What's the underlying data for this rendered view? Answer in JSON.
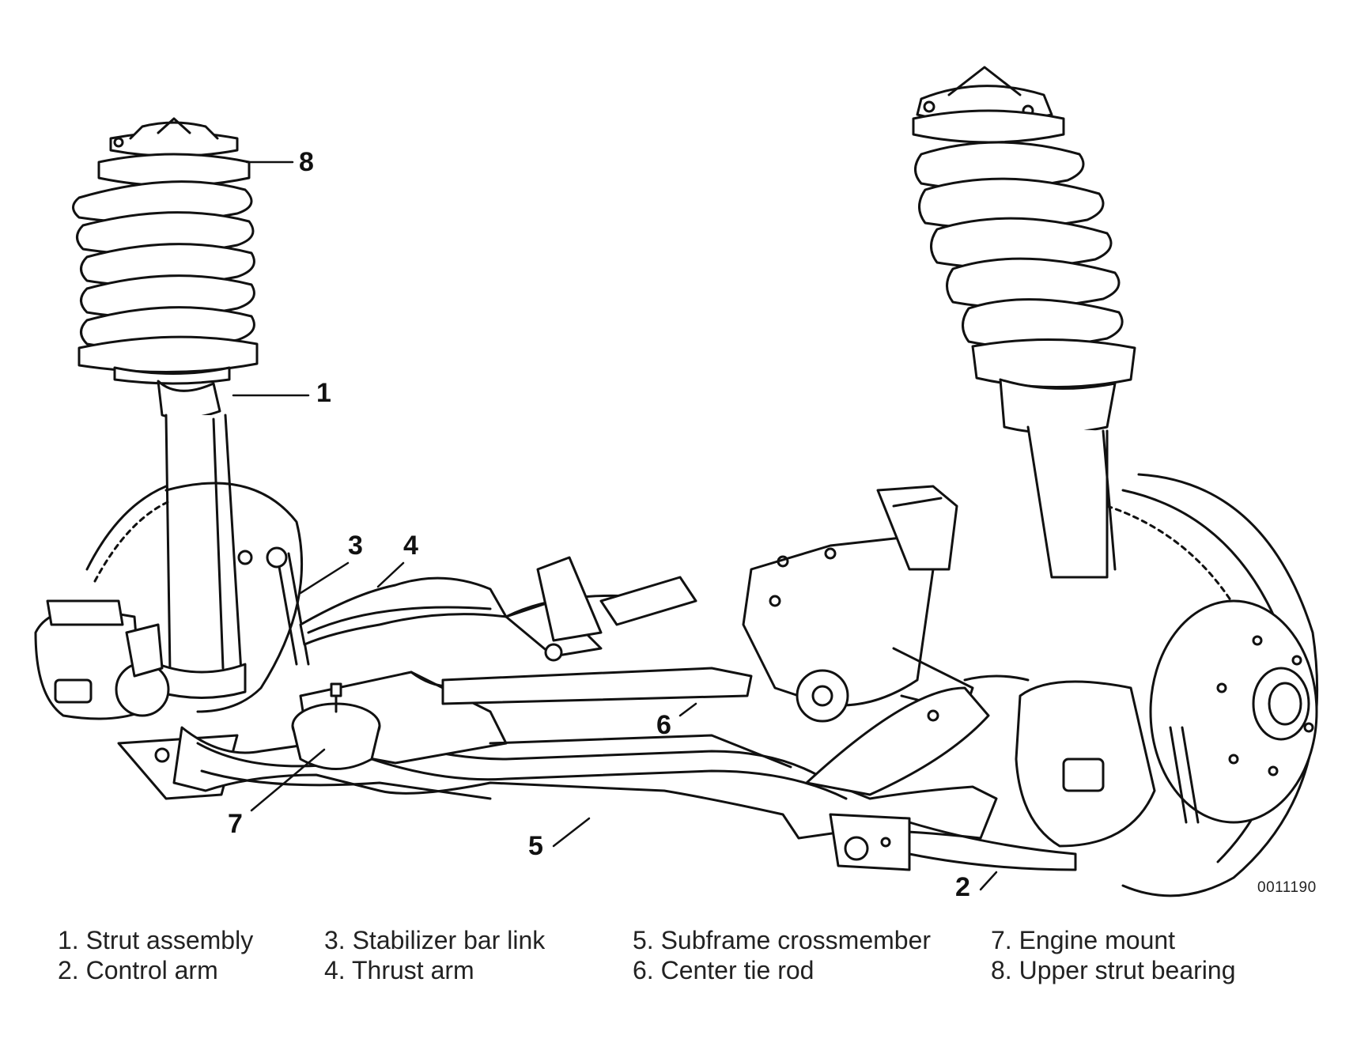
{
  "figure": {
    "code": "0011190"
  },
  "callouts": [
    {
      "id": "1",
      "number": "1"
    },
    {
      "id": "2",
      "number": "2"
    },
    {
      "id": "3",
      "number": "3"
    },
    {
      "id": "4",
      "number": "4"
    },
    {
      "id": "5",
      "number": "5"
    },
    {
      "id": "6",
      "number": "6"
    },
    {
      "id": "7",
      "number": "7"
    },
    {
      "id": "8",
      "number": "8"
    }
  ],
  "legend": {
    "col1": [
      "1. Strut assembly",
      "2. Control arm"
    ],
    "col2": [
      "3. Stabilizer bar link",
      "4. Thrust arm"
    ],
    "col3": [
      "5. Subframe crossmember",
      "6. Center tie rod"
    ],
    "col4": [
      "7. Engine mount",
      "8. Upper strut bearing"
    ]
  },
  "colors": {
    "ink": "#111111",
    "paper": "#ffffff"
  }
}
